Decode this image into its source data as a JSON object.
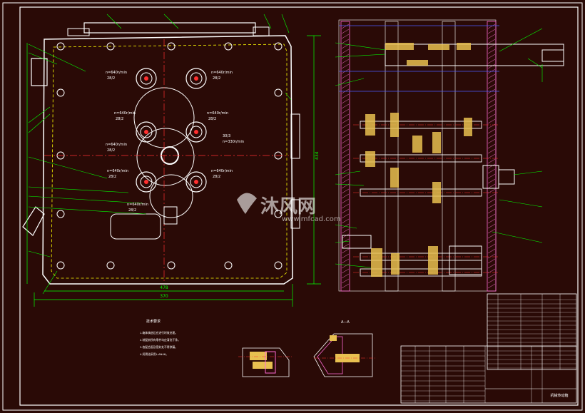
{
  "drawing": {
    "watermark_brand": "沐风网",
    "watermark_url": "www.mfcad.com",
    "speed_labels": [
      {
        "id": "s1",
        "line1": "n=640r/min",
        "line2": "28/2"
      },
      {
        "id": "s2",
        "line1": "n=640r/min",
        "line2": "28/2"
      },
      {
        "id": "s3",
        "line1": "n=640r/min",
        "line2": "28/2"
      },
      {
        "id": "s4",
        "line1": "n=640r/min",
        "line2": "28/2"
      },
      {
        "id": "s5",
        "line1": "n=640r/min",
        "line2": "28/2"
      },
      {
        "id": "s6",
        "line1": "n=640r/min",
        "line2": "28/2"
      },
      {
        "id": "s7",
        "line1": "n=640r/min",
        "line2": "28/2"
      },
      {
        "id": "s8",
        "line1": "n=640r/min",
        "line2": "28/2"
      }
    ],
    "gear_ratio_label": "30/3",
    "gear_ratio_speed": "n=330r/min",
    "dim_bottom": "370",
    "dim_bottom2": "478",
    "dim_right": "434",
    "section_title": "A—A",
    "notes_title": "技术要求",
    "notes": [
      "1.箱体铸造后应进行时效处理。",
      "2.装配前所有零件均应清洗干净。",
      "3.各配合面及密封处不得渗漏。",
      "4.润滑油采用L-AN46。"
    ],
    "title_block_name": "机械传动箱"
  },
  "colors": {
    "background": "#2a0a06",
    "outline": "#ffffff",
    "dimension": "#00ff00",
    "center": "#ff3030",
    "hidden": "#ffff00",
    "section": "#ff6ad5",
    "accent": "#e8c050",
    "blue": "#4a5aff"
  }
}
